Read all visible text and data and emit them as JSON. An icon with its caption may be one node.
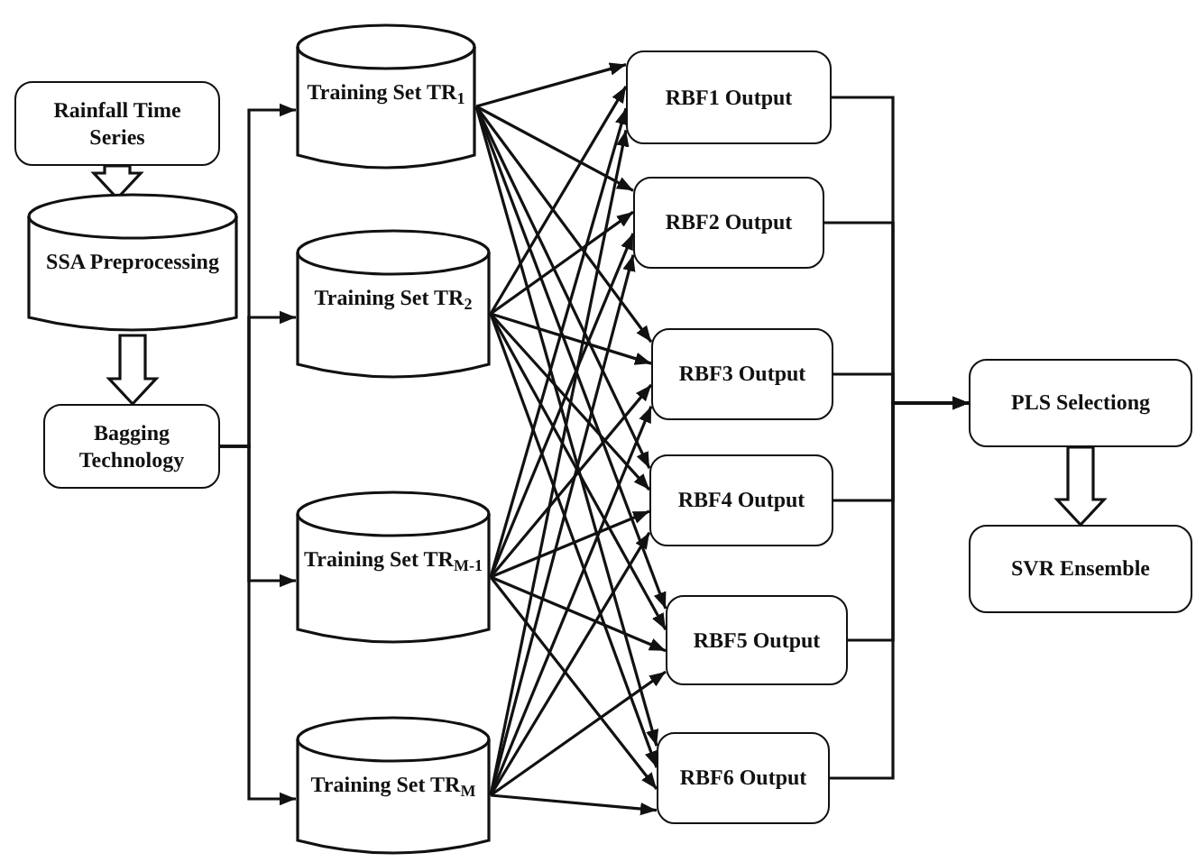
{
  "diagram": {
    "nodes": [
      {
        "text": [
          "Rainfall Time Series"
        ]
      },
      {
        "text": [
          "SSA Preprocessing"
        ]
      },
      {
        "text": [
          "Bagging Technology"
        ]
      },
      {
        "text": [
          "Training Set TR$_{1}$"
        ]
      },
      {
        "text": [
          "Training Set TR$_{2}$"
        ]
      },
      {
        "text": [
          "Training Set TR$_{M-1}$"
        ]
      },
      {
        "text": [
          "Training Set TR$_{M}$"
        ]
      },
      {
        "text": [
          "RBF1 Output"
        ]
      },
      {
        "text": [
          "RBF2 Output"
        ]
      },
      {
        "text": [
          "RBF3 Output"
        ]
      },
      {
        "text": [
          "RBF4 Output"
        ]
      },
      {
        "text": [
          "RBF5 Output"
        ]
      },
      {
        "text": [
          "RBF6 Output"
        ]
      },
      {
        "text": [
          "PLS Selectiong"
        ]
      },
      {
        "text": [
          "SVR Ensemble"
        ]
      }
    ],
    "edges": [
      {
        "from": 0,
        "to": 1,
        "arrow": "to",
        "style": "thick"
      },
      {
        "from": 1,
        "to": 2,
        "arrow": "to",
        "style": "thick"
      },
      {
        "from": 2,
        "to": 3,
        "arrow": "to"
      },
      {
        "from": 2,
        "to": 4,
        "arrow": "to"
      },
      {
        "from": 2,
        "to": 5,
        "arrow": "to"
      },
      {
        "from": 2,
        "to": 6,
        "arrow": "to"
      },
      {
        "from": 3,
        "to": 7,
        "arrow": "to"
      },
      {
        "from": 3,
        "to": 8,
        "arrow": "to"
      },
      {
        "from": 3,
        "to": 9,
        "arrow": "to"
      },
      {
        "from": 3,
        "to": 10,
        "arrow": "to"
      },
      {
        "from": 3,
        "to": 11,
        "arrow": "to"
      },
      {
        "from": 3,
        "to": 12,
        "arrow": "to"
      },
      {
        "from": 4,
        "to": 7,
        "arrow": "to"
      },
      {
        "from": 4,
        "to": 8,
        "arrow": "to"
      },
      {
        "from": 4,
        "to": 9,
        "arrow": "to"
      },
      {
        "from": 4,
        "to": 10,
        "arrow": "to"
      },
      {
        "from": 4,
        "to": 11,
        "arrow": "to"
      },
      {
        "from": 4,
        "to": 12,
        "arrow": "to"
      },
      {
        "from": 5,
        "to": 7,
        "arrow": "to"
      },
      {
        "from": 5,
        "to": 8,
        "arrow": "to"
      },
      {
        "from": 5,
        "to": 9,
        "arrow": "to"
      },
      {
        "from": 5,
        "to": 10,
        "arrow": "to"
      },
      {
        "from": 5,
        "to": 11,
        "arrow": "to"
      },
      {
        "from": 5,
        "to": 12,
        "arrow": "to"
      },
      {
        "from": 6,
        "to": 7,
        "arrow": "to"
      },
      {
        "from": 6,
        "to": 8,
        "arrow": "to"
      },
      {
        "from": 6,
        "to": 9,
        "arrow": "to"
      },
      {
        "from": 6,
        "to": 10,
        "arrow": "to"
      },
      {
        "from": 6,
        "to": 11,
        "arrow": "to"
      },
      {
        "from": 6,
        "to": 12,
        "arrow": "to"
      },
      {
        "from": 7,
        "to": 13,
        "arrow": "to"
      },
      {
        "from": 8,
        "to": 13,
        "arrow": "to"
      },
      {
        "from": 9,
        "to": 13,
        "arrow": "to"
      },
      {
        "from": 10,
        "to": 13,
        "arrow": "to"
      },
      {
        "from": 11,
        "to": 13,
        "arrow": "to"
      },
      {
        "from": 12,
        "to": 13,
        "arrow": "to"
      },
      {
        "from": 13,
        "to": 14,
        "arrow": "to",
        "style": "thick"
      }
    ]
  }
}
